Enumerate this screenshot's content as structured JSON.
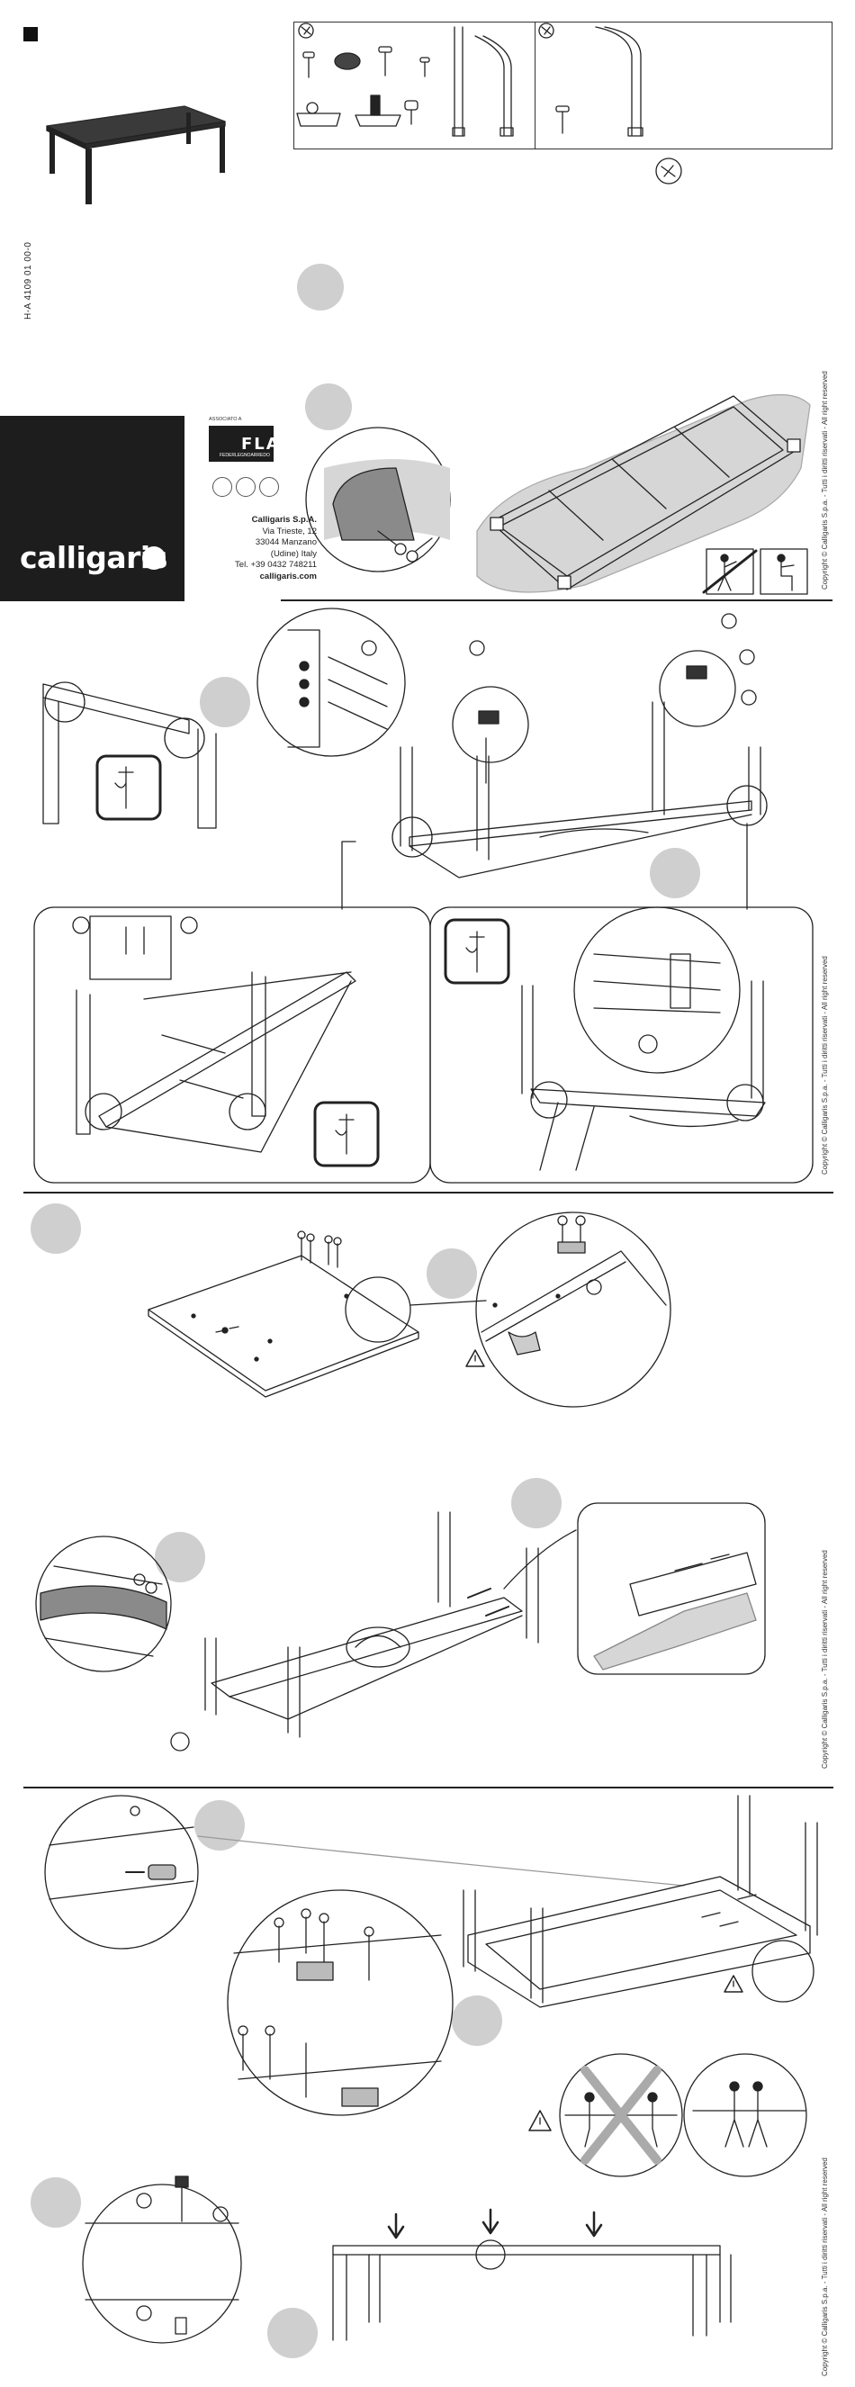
{
  "document": {
    "code": "H-A 4109 01 00-0",
    "copyright": "Copyright © Calligaris S.p.a. - Tutti i diritti riservati - All right reserved"
  },
  "brand": {
    "name": "calligaris",
    "association_label": "ASSOCIATO A",
    "fla_mark": "FLA",
    "fla_subtitle": "FEDERLEGNOARREDO",
    "cert_badges": [
      "cert-badge-a",
      "cert-badge-b",
      "cert-badge-c"
    ]
  },
  "company": {
    "name": "Calligaris S.p.A.",
    "street": "Via Trieste, 12",
    "city": "33044 Manzano",
    "region": "(Udine) Italy",
    "phone": "Tel. +39 0432 748211",
    "website": "calligaris.com"
  },
  "colors": {
    "ink": "#222222",
    "brand_panel": "#1d1d1d",
    "step_circle": "#cfcfcf",
    "tape": "#8a8a8a",
    "wrap": "#d6d6d6"
  },
  "icons": {
    "parts_tool": "allen-key-icon",
    "tool_callout": "screwdriver-icon",
    "warning": "warning-triangle-icon",
    "cut": "scissors-icon",
    "two_person": "two-person-lift-icon"
  }
}
